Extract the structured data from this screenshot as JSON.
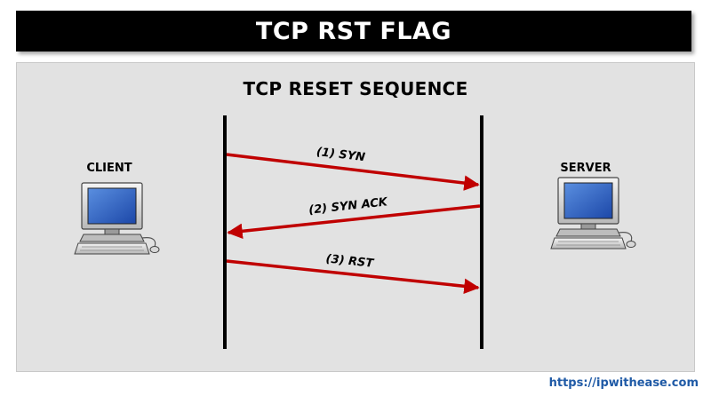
{
  "banner": {
    "title": "TCP RST FLAG"
  },
  "diagram": {
    "title": "TCP RESET SEQUENCE",
    "endpoints": {
      "client": {
        "label": "CLIENT",
        "icon": "computer-icon"
      },
      "server": {
        "label": "SERVER",
        "icon": "computer-icon"
      }
    },
    "messages": [
      {
        "label": "(1) SYN",
        "direction": "client-to-server"
      },
      {
        "label": "(2) SYN ACK",
        "direction": "server-to-client"
      },
      {
        "label": "(3) RST",
        "direction": "client-to-server"
      }
    ]
  },
  "footer": {
    "url": "https://ipwithease.com"
  },
  "colors": {
    "arrow": "#c00000",
    "banner_bg": "#000000",
    "panel_bg": "#e2e2e2",
    "url": "#1f5aa6"
  }
}
